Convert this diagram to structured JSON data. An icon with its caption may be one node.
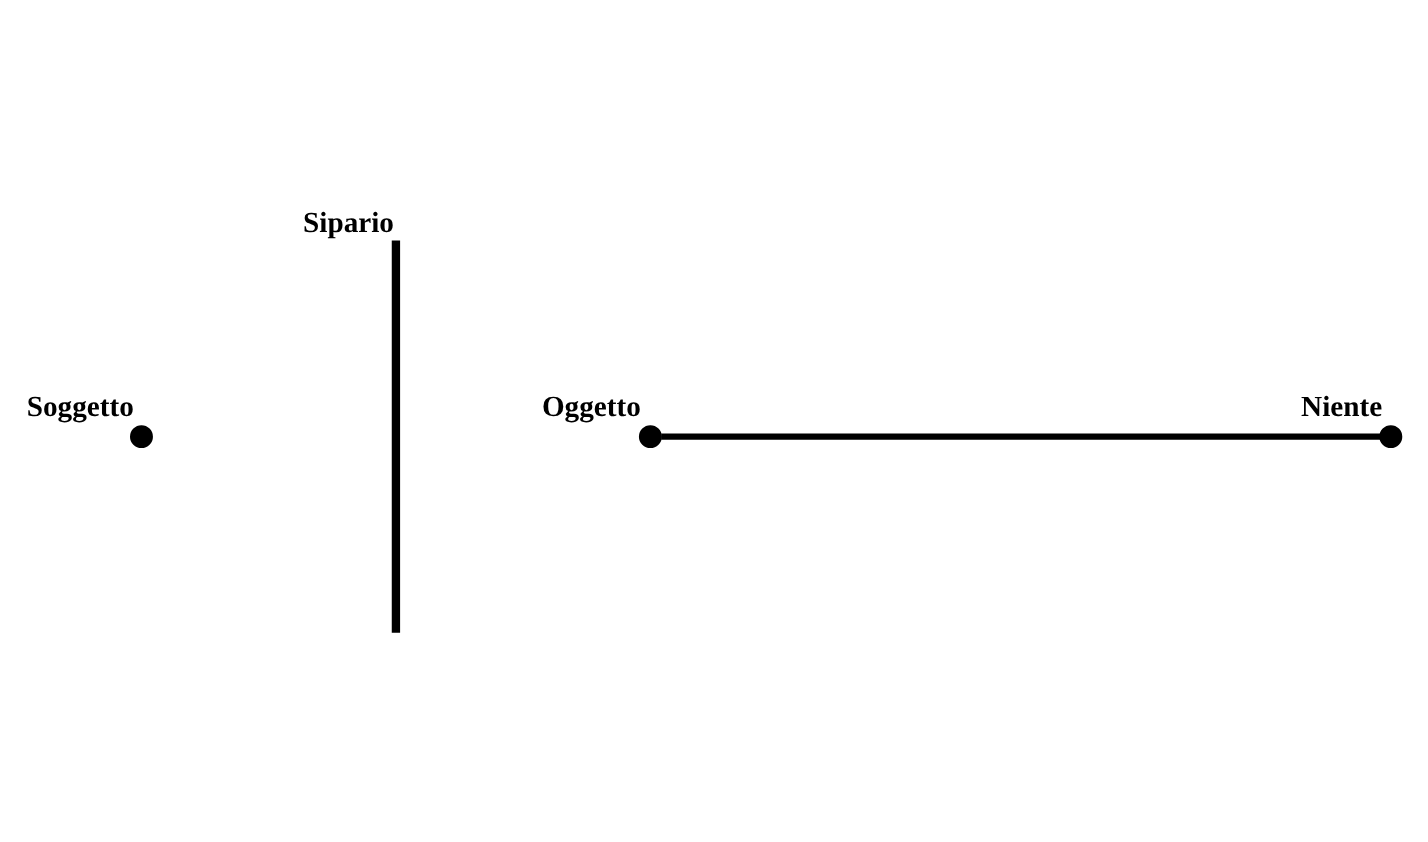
{
  "diagram": {
    "nodes": [
      {
        "text": [
          "Soggetto"
        ]
      },
      {
        "text": [
          "Sipario"
        ]
      },
      {
        "text": [
          "Oggetto"
        ]
      },
      {
        "text": [
          "Niente"
        ]
      }
    ],
    "edges": [
      {
        "from": 2,
        "to": 3,
        "arrow": "none"
      }
    ]
  }
}
